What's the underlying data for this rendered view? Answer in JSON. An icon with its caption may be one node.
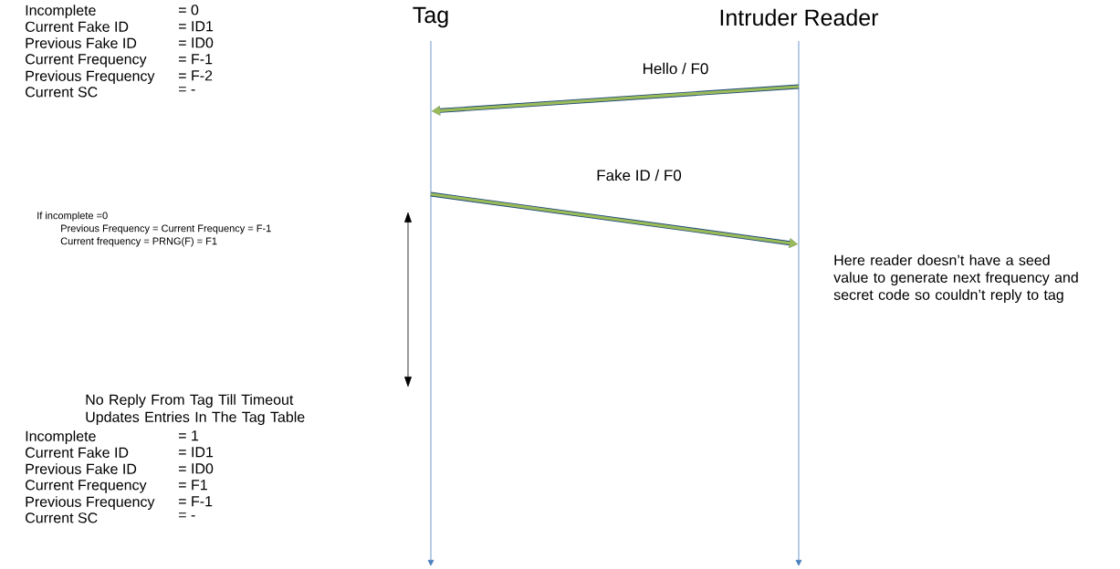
{
  "diagram": {
    "nodes": [
      {
        "text": [
          "Tag"
        ]
      },
      {
        "text": [
          "Intruder Reader"
        ]
      }
    ],
    "edges": [
      {
        "from": 1,
        "to": 0,
        "arrow": "to",
        "label": "Hello / F0"
      },
      {
        "from": 0,
        "to": 1,
        "arrow": "to",
        "label": "Fake ID / F0"
      }
    ],
    "labels": [
      "Incomplete",
      "= 0",
      "Current Fake ID",
      "= ID1",
      "Previous Fake ID",
      "= ID0",
      "Current Frequency",
      "= F-1",
      "Previous Frequency",
      "= F-2",
      "Current SC",
      "= -",
      "If incomplete =0",
      "Previous Frequency = Current Frequency = F-1",
      "Current frequency = PRNG(F) = F1",
      "Here reader doesn’t have a seed value to generate next frequency and secret code so couldn’t reply to tag",
      "No Reply From Tag Till Timeout Updates Entries In The Tag Table",
      "Incomplete",
      "= 1",
      "Current Fake ID",
      "= ID1",
      "Previous Fake ID",
      "= ID0",
      "Current Frequency",
      "= F1",
      "Previous Frequency",
      "= F-1",
      "Current SC",
      "= -"
    ]
  }
}
